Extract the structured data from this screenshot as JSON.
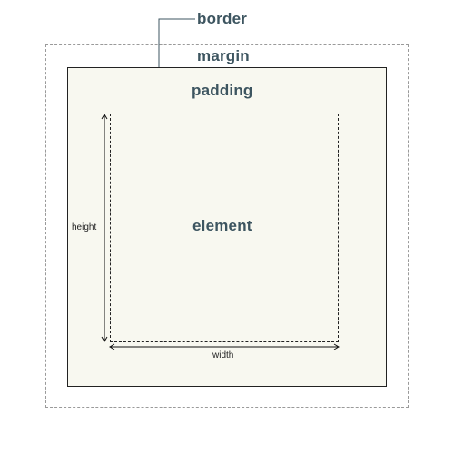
{
  "labels": {
    "border": "border",
    "margin": "margin",
    "padding": "padding",
    "element": "element",
    "height": "height",
    "width": "width"
  },
  "colors": {
    "label_text": "#3d5560",
    "padding_fill": "#f8f8f0",
    "border_line": "#222222",
    "margin_line": "#9a9a9a"
  }
}
